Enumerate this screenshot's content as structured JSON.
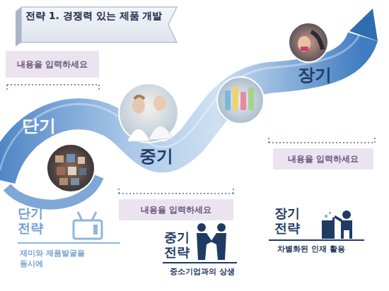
{
  "diagram": {
    "title": "전략 1. 경쟁력 있는 제품 개발",
    "nodes": [
      {
        "text": [
          "내용을 입력하세요"
        ]
      },
      {
        "text": [
          "내용을 입력하세요"
        ]
      },
      {
        "text": [
          "내용을 입력하세요"
        ]
      }
    ],
    "labels": [
      "단기",
      "중기",
      "장기",
      "단기 전략",
      "재미와 제품발굴을 동시에",
      "중기 전략",
      "중소기업과의 상생",
      "장기 전략",
      "차별화된 인재 활용"
    ]
  }
}
